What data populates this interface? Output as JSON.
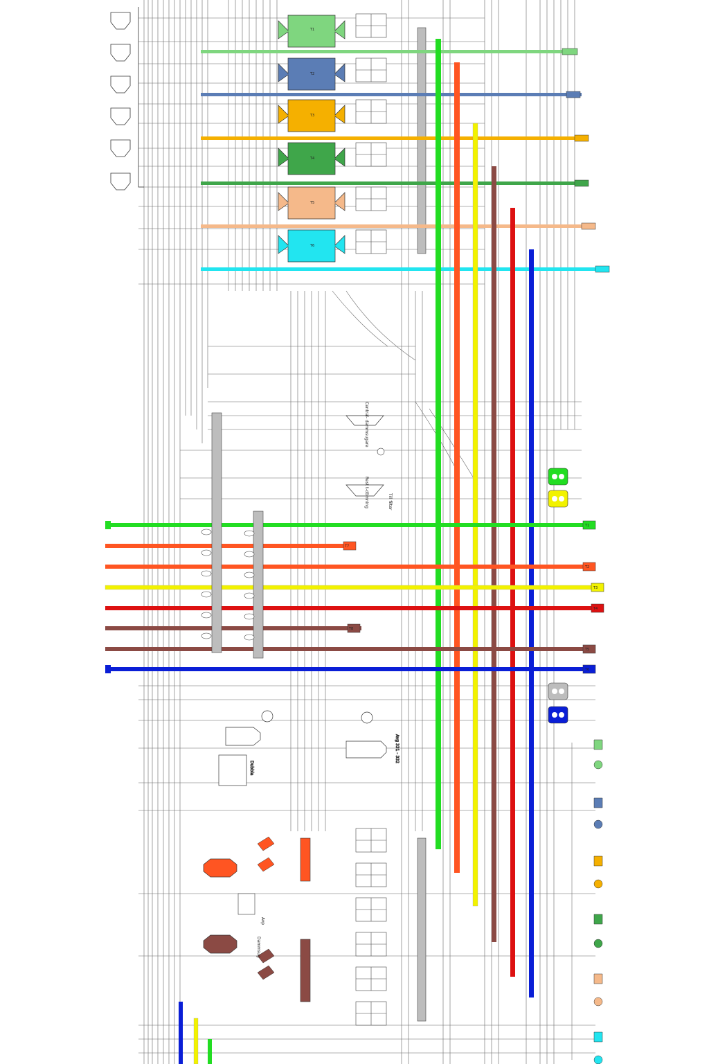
{
  "diagram": {
    "labels": {
      "central_dammsugare": "Central-\ndammsugare",
      "rest_t_domning": "Rest\nt-dömning",
      "till_filter": "Till filter",
      "avg_label": "Avg 331 - 332",
      "unit_label": "Dubbla",
      "air_label": "Avp",
      "dammsug_label": "Dammsug"
    },
    "machine_tags": [
      "T1",
      "T2",
      "T3",
      "T4",
      "T5",
      "T6"
    ],
    "line_tags": [
      "T1",
      "T2",
      "T3",
      "T4",
      "T5",
      "T6",
      "T7",
      "T8"
    ],
    "accent_colors": {
      "light_green": "#7fd67f",
      "steel_blue": "#5b7db5",
      "amber": "#f5b000",
      "green": "#3fa64a",
      "peach": "#f5b98a",
      "cyan": "#22e5f0",
      "bright_green": "#22dd22",
      "orange_red": "#ff5522",
      "yellow": "#f2f200",
      "red": "#dd1111",
      "brown": "#8b4a44",
      "blue": "#0a1ed6",
      "gray": "#bdbdbd"
    }
  }
}
